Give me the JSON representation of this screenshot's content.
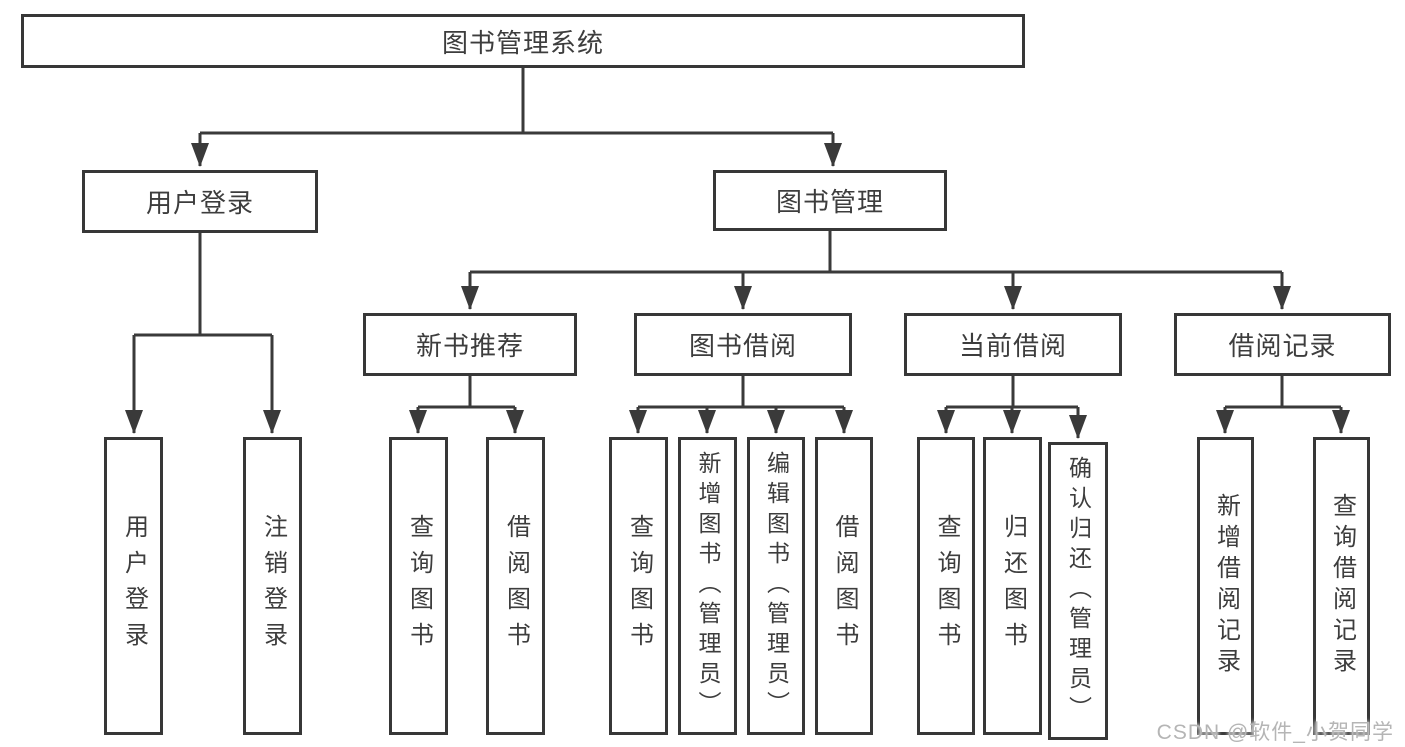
{
  "diagram": {
    "title": "图书管理系统",
    "root": {
      "label": "图书管理系统"
    },
    "level2": [
      {
        "label": "用户登录"
      },
      {
        "label": "图书管理"
      }
    ],
    "level3": [
      {
        "label": "新书推荐"
      },
      {
        "label": "图书借阅"
      },
      {
        "label": "当前借阅"
      },
      {
        "label": "借阅记录"
      }
    ],
    "leaves": {
      "user_login": [
        "用户登录",
        "注销登录"
      ],
      "new_book": [
        "查询图书",
        "借阅图书"
      ],
      "borrow": [
        "查询图书",
        "新增图书（管理员）",
        "编辑图书（管理员）",
        "借阅图书"
      ],
      "current": [
        "查询图书",
        "归还图书",
        "确认归还（管理员）"
      ],
      "records": [
        "新增借阅记录",
        "查询借阅记录"
      ]
    }
  },
  "colors": {
    "line": "#3a3a3a",
    "box_border": "#373737",
    "text": "#3d3d3d",
    "watermark": "#b5b5b5",
    "background": "#ffffff"
  },
  "watermark": {
    "text": "CSDN @软件_小贺同学"
  }
}
